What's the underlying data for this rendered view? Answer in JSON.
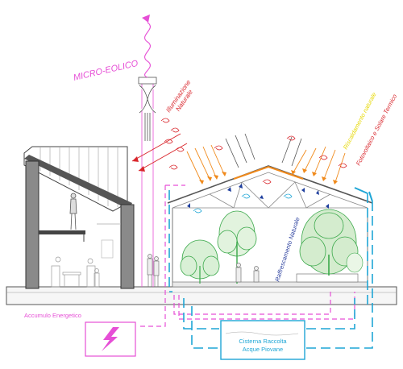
{
  "labels": {
    "micro_eolico": "MICRO-EOLICO",
    "illuminazione": "Illuminazione\nNaturale",
    "raffrescamento": "Raffrescamento Naturale",
    "fotovoltaico": "Fotovoltaico e Solare Termico",
    "yellow_label": "Riscaldamento naturale",
    "accumulo": "Accumulo Energetico",
    "cisterna_line1": "Cisterna Raccolta",
    "cisterna_line2": "Acque Piovane"
  },
  "colors": {
    "magenta": "#e64fd6",
    "orange": "#f08a1c",
    "red": "#d9262c",
    "yellow": "#f2e400",
    "blue": "#1fa6d6",
    "navy": "#2a3f9e",
    "green": "#3aa84a",
    "darkline": "#333333"
  },
  "icons": [
    "wind-turbine-icon",
    "lightning-bolt-icon",
    "wind-swirl-icon",
    "sun-ray-icon"
  ]
}
